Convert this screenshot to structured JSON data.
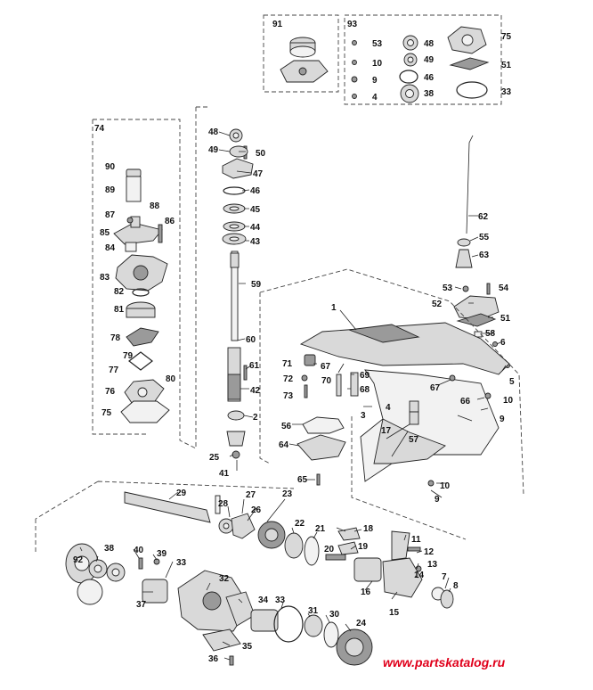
{
  "watermark": "www.partskatalog.ru",
  "kit_labels": {
    "k91": "91",
    "k93": "93",
    "k74": "74"
  },
  "labels": [
    {
      "id": "l91",
      "t": "91"
    },
    {
      "id": "l93",
      "t": "93"
    },
    {
      "id": "l53a",
      "t": "53"
    },
    {
      "id": "l48a",
      "t": "48"
    },
    {
      "id": "l75a",
      "t": "75"
    },
    {
      "id": "l10a",
      "t": "10"
    },
    {
      "id": "l49a",
      "t": "49"
    },
    {
      "id": "l51a",
      "t": "51"
    },
    {
      "id": "l9a",
      "t": "9"
    },
    {
      "id": "l46a",
      "t": "46"
    },
    {
      "id": "l4a",
      "t": "4"
    },
    {
      "id": "l38a",
      "t": "38"
    },
    {
      "id": "l33a",
      "t": "33"
    },
    {
      "id": "l74",
      "t": "74"
    },
    {
      "id": "l90",
      "t": "90"
    },
    {
      "id": "l89",
      "t": "89"
    },
    {
      "id": "l88",
      "t": "88"
    },
    {
      "id": "l87",
      "t": "87"
    },
    {
      "id": "l86",
      "t": "86"
    },
    {
      "id": "l85",
      "t": "85"
    },
    {
      "id": "l84",
      "t": "84"
    },
    {
      "id": "l83",
      "t": "83"
    },
    {
      "id": "l82",
      "t": "82"
    },
    {
      "id": "l81",
      "t": "81"
    },
    {
      "id": "l78",
      "t": "78"
    },
    {
      "id": "l79",
      "t": "79"
    },
    {
      "id": "l77",
      "t": "77"
    },
    {
      "id": "l80",
      "t": "80"
    },
    {
      "id": "l76",
      "t": "76"
    },
    {
      "id": "l75",
      "t": "75"
    },
    {
      "id": "l48",
      "t": "48"
    },
    {
      "id": "l49",
      "t": "49"
    },
    {
      "id": "l50",
      "t": "50"
    },
    {
      "id": "l47",
      "t": "47"
    },
    {
      "id": "l46",
      "t": "46"
    },
    {
      "id": "l45",
      "t": "45"
    },
    {
      "id": "l44",
      "t": "44"
    },
    {
      "id": "l43",
      "t": "43"
    },
    {
      "id": "l59",
      "t": "59"
    },
    {
      "id": "l60",
      "t": "60"
    },
    {
      "id": "l61",
      "t": "61"
    },
    {
      "id": "l42",
      "t": "42"
    },
    {
      "id": "l2",
      "t": "2"
    },
    {
      "id": "l25",
      "t": "25"
    },
    {
      "id": "l41",
      "t": "41"
    },
    {
      "id": "l62",
      "t": "62"
    },
    {
      "id": "l55",
      "t": "55"
    },
    {
      "id": "l63",
      "t": "63"
    },
    {
      "id": "l53",
      "t": "53"
    },
    {
      "id": "l54",
      "t": "54"
    },
    {
      "id": "l52",
      "t": "52"
    },
    {
      "id": "l51",
      "t": "51"
    },
    {
      "id": "l58",
      "t": "58"
    },
    {
      "id": "l6",
      "t": "6"
    },
    {
      "id": "l1",
      "t": "1"
    },
    {
      "id": "l5",
      "t": "5"
    },
    {
      "id": "l71",
      "t": "71"
    },
    {
      "id": "l67a",
      "t": "67"
    },
    {
      "id": "l69",
      "t": "69"
    },
    {
      "id": "l72",
      "t": "72"
    },
    {
      "id": "l70",
      "t": "70"
    },
    {
      "id": "l68",
      "t": "68"
    },
    {
      "id": "l73",
      "t": "73"
    },
    {
      "id": "l67b",
      "t": "67"
    },
    {
      "id": "l10b",
      "t": "10"
    },
    {
      "id": "l66",
      "t": "66"
    },
    {
      "id": "l9b",
      "t": "9"
    },
    {
      "id": "l4b",
      "t": "4"
    },
    {
      "id": "l3",
      "t": "3"
    },
    {
      "id": "l17",
      "t": "17"
    },
    {
      "id": "l57",
      "t": "57"
    },
    {
      "id": "l56",
      "t": "56"
    },
    {
      "id": "l64",
      "t": "64"
    },
    {
      "id": "l65",
      "t": "65"
    },
    {
      "id": "l10c",
      "t": "10"
    },
    {
      "id": "l9c",
      "t": "9"
    },
    {
      "id": "l23",
      "t": "23"
    },
    {
      "id": "l29",
      "t": "29"
    },
    {
      "id": "l27",
      "t": "27"
    },
    {
      "id": "l28",
      "t": "28"
    },
    {
      "id": "l26",
      "t": "26"
    },
    {
      "id": "l22",
      "t": "22"
    },
    {
      "id": "l21",
      "t": "21"
    },
    {
      "id": "l18",
      "t": "18"
    },
    {
      "id": "l11",
      "t": "11"
    },
    {
      "id": "l20",
      "t": "20"
    },
    {
      "id": "l19",
      "t": "19"
    },
    {
      "id": "l12",
      "t": "12"
    },
    {
      "id": "l16",
      "t": "16"
    },
    {
      "id": "l13",
      "t": "13"
    },
    {
      "id": "l14",
      "t": "14"
    },
    {
      "id": "l7",
      "t": "7"
    },
    {
      "id": "l8",
      "t": "8"
    },
    {
      "id": "l15",
      "t": "15"
    },
    {
      "id": "l92",
      "t": "92"
    },
    {
      "id": "l38",
      "t": "38"
    },
    {
      "id": "l40",
      "t": "40"
    },
    {
      "id": "l39",
      "t": "39"
    },
    {
      "id": "l33b",
      "t": "33"
    },
    {
      "id": "l37",
      "t": "37"
    },
    {
      "id": "l32",
      "t": "32"
    },
    {
      "id": "l34",
      "t": "34"
    },
    {
      "id": "l33c",
      "t": "33"
    },
    {
      "id": "l31",
      "t": "31"
    },
    {
      "id": "l30",
      "t": "30"
    },
    {
      "id": "l24",
      "t": "24"
    },
    {
      "id": "l35",
      "t": "35"
    },
    {
      "id": "l36",
      "t": "36"
    }
  ]
}
